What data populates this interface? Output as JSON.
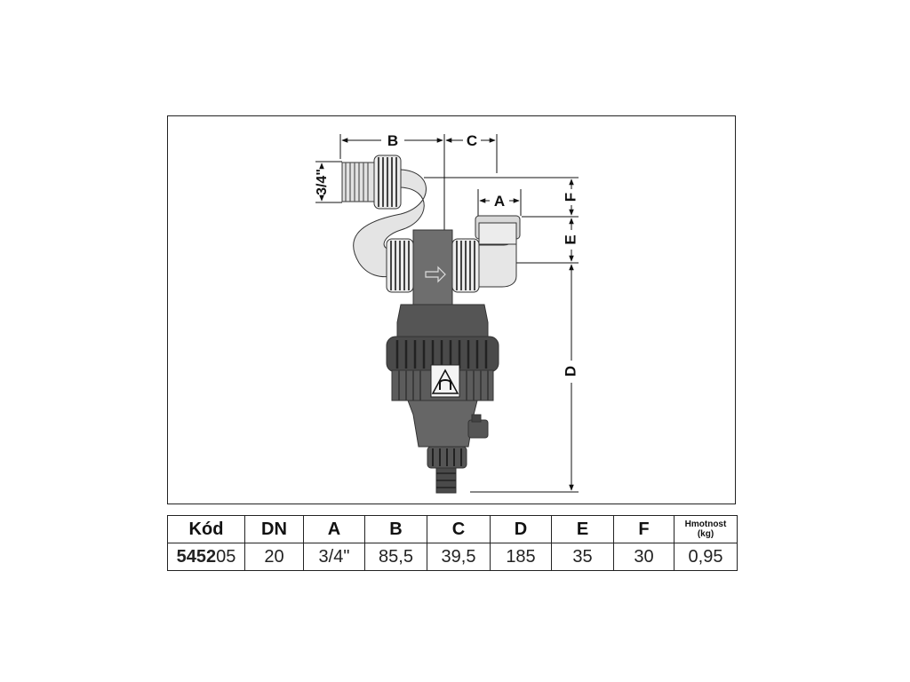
{
  "drawing": {
    "dimensions": {
      "A": "A",
      "B": "B",
      "C": "C",
      "D": "D",
      "E": "E",
      "F": "F",
      "thread": "3/4\""
    }
  },
  "table": {
    "headers": {
      "code": "Kód",
      "dn": "DN",
      "a": "A",
      "b": "B",
      "c": "C",
      "d": "D",
      "e": "E",
      "f": "F",
      "weight_line1": "Hmotnost",
      "weight_line2": "(kg)"
    },
    "row": {
      "code_bold": "5452",
      "code_suffix": "05",
      "dn": "20",
      "a": "3/4\"",
      "b": "85,5",
      "c": "39,5",
      "d": "185",
      "e": "35",
      "f": "30",
      "weight": "0,95"
    }
  }
}
